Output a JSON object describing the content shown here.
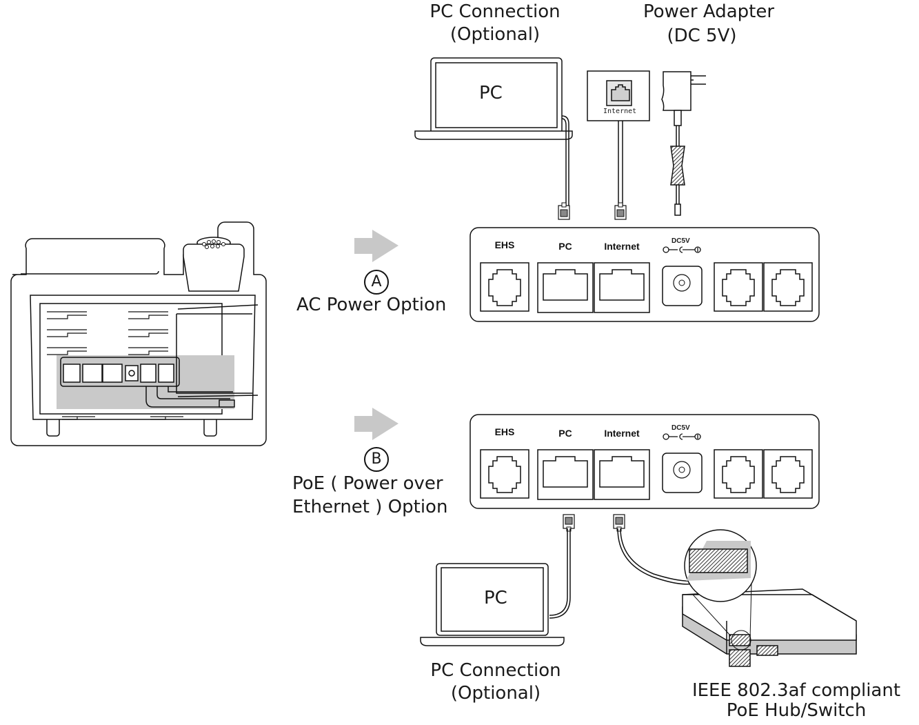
{
  "top": {
    "pc_connection_label": "PC Connection",
    "pc_connection_sub": "(Optional)",
    "power_adapter_label": "Power Adapter",
    "power_adapter_sub": "(DC 5V)",
    "pc_screen_label": "PC",
    "wall_jack_label": "Internet"
  },
  "option_a": {
    "marker": "A",
    "label": "AC Power Option"
  },
  "option_b": {
    "marker": "B",
    "label_line1": "PoE ( Power over",
    "label_line2": "Ethernet ) Option"
  },
  "ports": {
    "ehs": "EHS",
    "pc": "PC",
    "internet": "Internet",
    "dc": "DC5V"
  },
  "bottom": {
    "pc_screen_label": "PC",
    "pc_connection_label": "PC Connection",
    "pc_connection_sub": "(Optional)",
    "switch_label_line1": "IEEE 802.3af compliant",
    "switch_label_line2": "PoE Hub/Switch"
  },
  "colors": {
    "arrow": "#c8c8c8",
    "highlight": "#c9c9c9",
    "stroke": "#1a1a1a"
  }
}
